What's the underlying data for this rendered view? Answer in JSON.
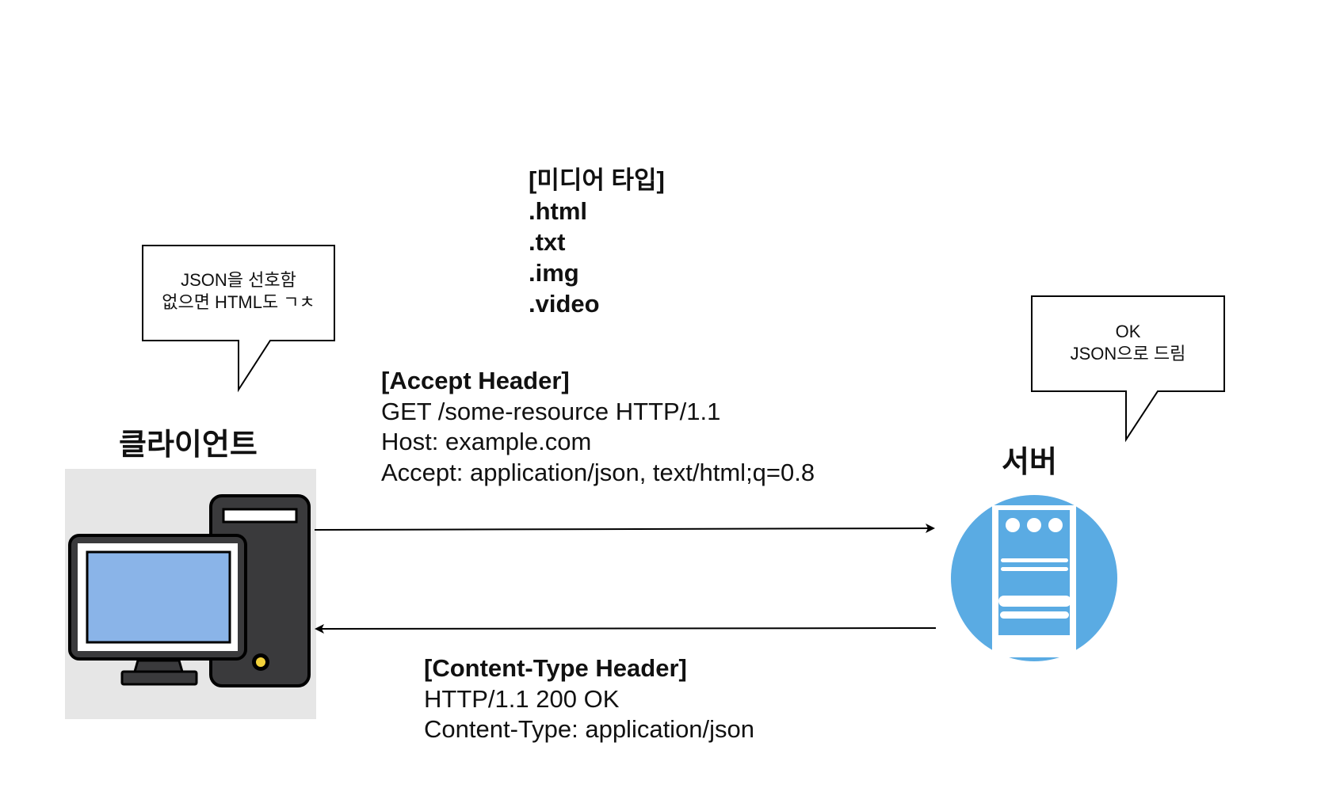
{
  "media_types": {
    "title": "[미디어 타입]",
    "items": [
      ".html",
      ".txt",
      ".img",
      ".video"
    ]
  },
  "request": {
    "title": "[Accept Header]",
    "lines": [
      "GET /some-resource HTTP/1.1",
      "Host: example.com",
      "Accept: application/json, text/html;q=0.8"
    ]
  },
  "response": {
    "title": "[Content-Type Header]",
    "lines": [
      "HTTP/1.1 200 OK",
      "Content-Type: application/json"
    ]
  },
  "client": {
    "label": "클라이언트",
    "bubble_lines": [
      "JSON을 선호함",
      "없으면 HTML도 ㄱㅊ"
    ],
    "icon": "desktop-computer-icon"
  },
  "server": {
    "label": "서버",
    "bubble_lines": [
      "OK",
      "JSON으로 드림"
    ],
    "icon": "server-icon"
  },
  "colors": {
    "screen": "#8ab4e8",
    "computer_body": "#3a3a3c",
    "server_circle": "#5aabe3",
    "power_led": "#f3d23b"
  }
}
